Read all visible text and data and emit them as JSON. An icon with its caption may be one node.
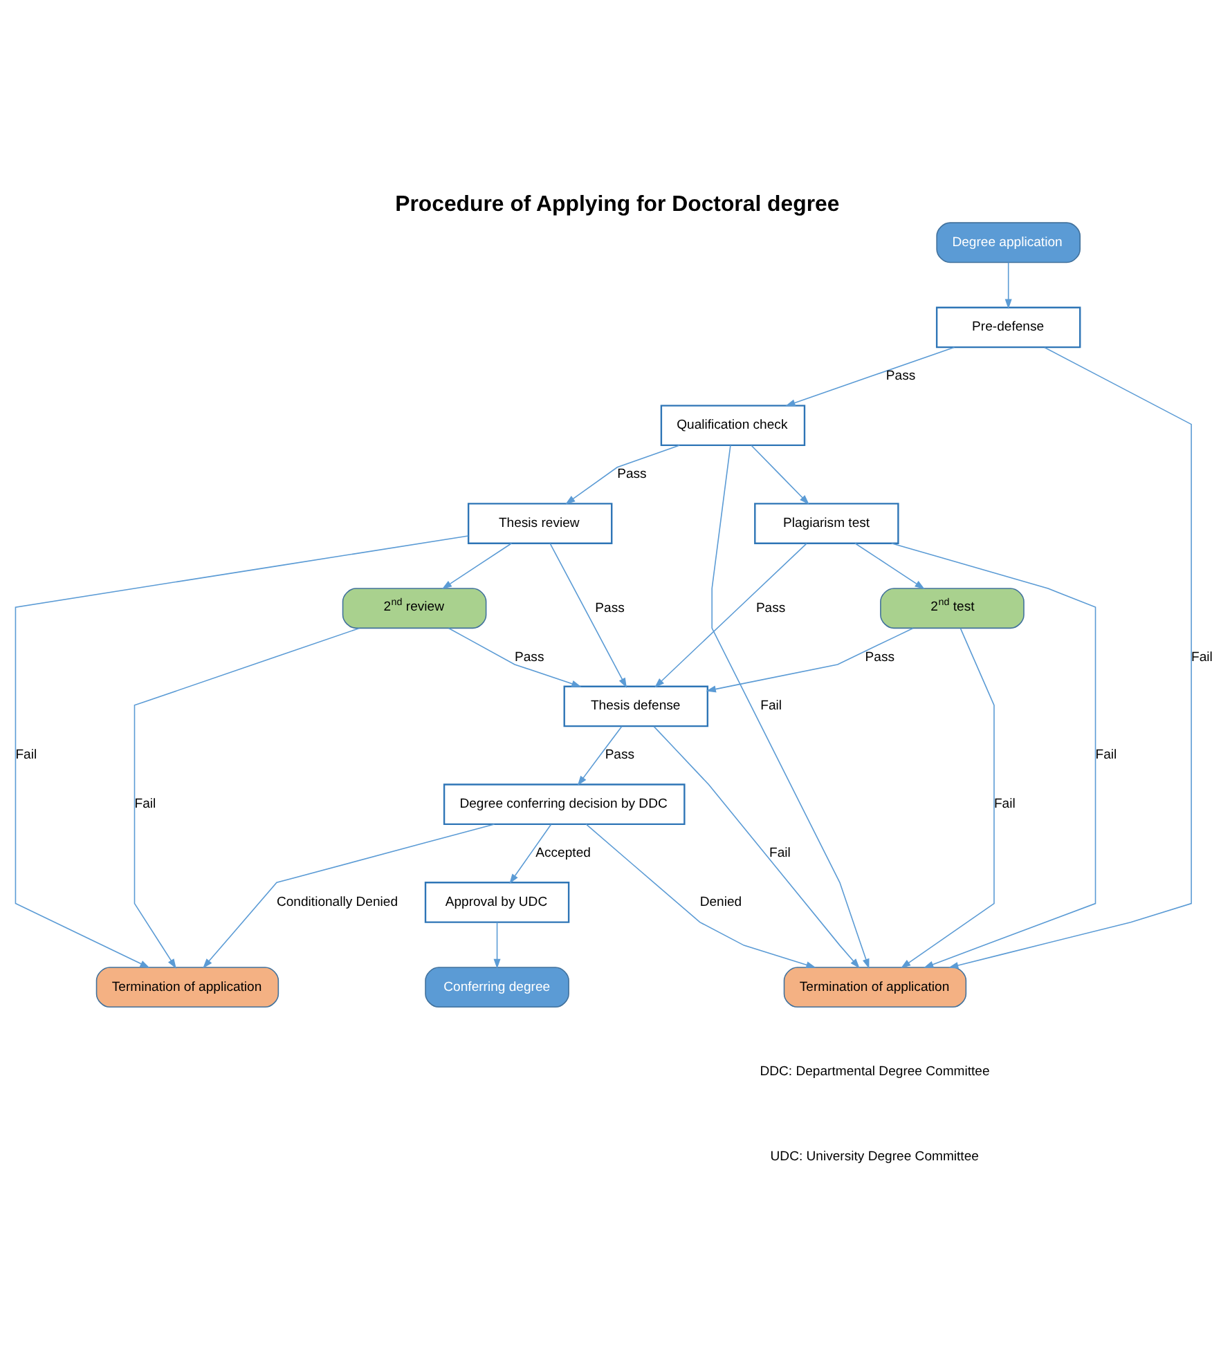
{
  "diagram": {
    "title": "Procedure of Applying for Doctoral degree",
    "nodes": [
      {
        "text": [
          "Degree application"
        ]
      },
      {
        "text": [
          "Pre-defense"
        ]
      },
      {
        "text": [
          "Qualification check"
        ]
      },
      {
        "text": [
          "Thesis review"
        ]
      },
      {
        "text": [
          "Plagiarism test"
        ]
      },
      {
        "text": [
          "2$^{nd}$ review"
        ]
      },
      {
        "text": [
          "2$^{nd}$ test"
        ]
      },
      {
        "text": [
          "Thesis defense"
        ]
      },
      {
        "text": [
          "Degree conferring decision by DDC"
        ]
      },
      {
        "text": [
          "Approval by UDC"
        ]
      },
      {
        "text": [
          "Termination of application"
        ]
      },
      {
        "text": [
          "Conferring degree"
        ]
      },
      {
        "text": [
          "Termination of application"
        ]
      }
    ],
    "edges": [
      {
        "from": 0,
        "to": 1,
        "arrow": "to"
      },
      {
        "from": 1,
        "to": 2,
        "arrow": "to",
        "label": "Pass"
      },
      {
        "from": 1,
        "to": 12,
        "arrow": "to",
        "label": "Fail"
      },
      {
        "from": 2,
        "to": 12,
        "arrow": "to",
        "label": "Fail"
      },
      {
        "from": 2,
        "to": 3,
        "arrow": "to",
        "label": "Pass"
      },
      {
        "from": 2,
        "to": 4,
        "arrow": "to"
      },
      {
        "from": 3,
        "to": 10,
        "arrow": "to",
        "label": "Fail"
      },
      {
        "from": 3,
        "to": 5,
        "arrow": "to"
      },
      {
        "from": 3,
        "to": 7,
        "arrow": "to",
        "label": "Pass"
      },
      {
        "from": 4,
        "to": 12,
        "arrow": "to",
        "label": "Fail"
      },
      {
        "from": 4,
        "to": 6,
        "arrow": "to"
      },
      {
        "from": 4,
        "to": 7,
        "arrow": "to",
        "label": "Pass"
      },
      {
        "from": 5,
        "to": 10,
        "arrow": "to",
        "label": "Fail"
      },
      {
        "from": 5,
        "to": 7,
        "arrow": "to",
        "label": "Pass"
      },
      {
        "from": 6,
        "to": 12,
        "arrow": "to",
        "label": "Fail"
      },
      {
        "from": 6,
        "to": 7,
        "arrow": "to",
        "label": "Pass"
      },
      {
        "from": 7,
        "to": 12,
        "arrow": "to",
        "label": "Fail"
      },
      {
        "from": 7,
        "to": 8,
        "arrow": "to",
        "label": "Pass"
      },
      {
        "from": 8,
        "to": 10,
        "arrow": "to",
        "label": "Conditionally Denied"
      },
      {
        "from": 8,
        "to": 12,
        "arrow": "to",
        "label": "Denied"
      },
      {
        "from": 8,
        "to": 9,
        "arrow": "to",
        "label": "Accepted"
      },
      {
        "from": 9,
        "to": 11,
        "arrow": "to"
      }
    ],
    "labels": [
      "DDC: Departmental Degree Committee",
      "UDC: University Degree Committee"
    ]
  }
}
